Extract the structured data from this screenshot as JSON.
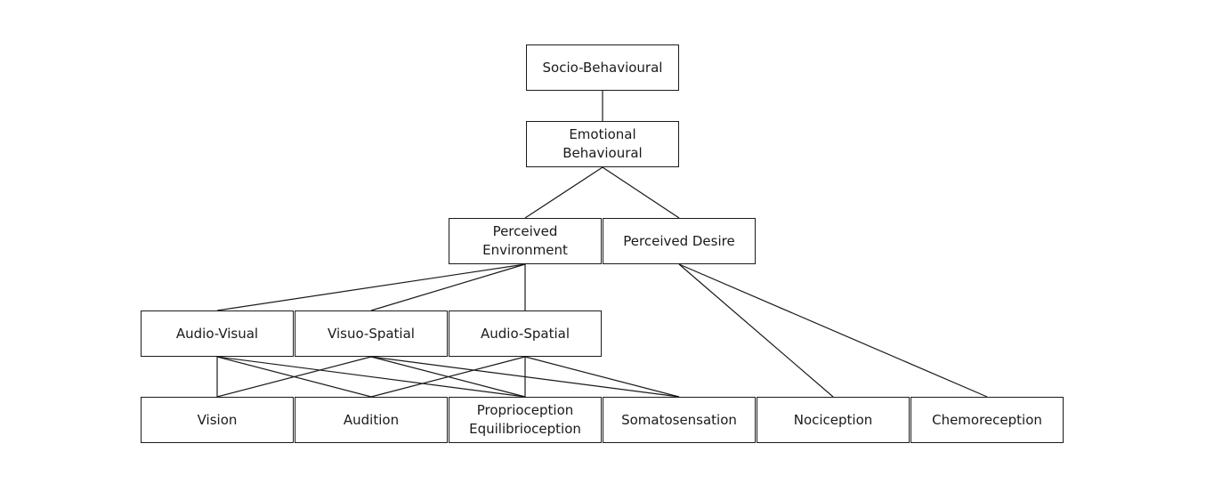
{
  "diagram": {
    "nodes": {
      "socio_behavioural": "Socio-Behavioural",
      "emotional_behavioural": "Emotional\nBehavioural",
      "perceived_environment": "Perceived\nEnvironment",
      "perceived_desire": "Perceived Desire",
      "audio_visual": "Audio-Visual",
      "visuo_spatial": "Visuo-Spatial",
      "audio_spatial": "Audio-Spatial",
      "vision": "Vision",
      "audition": "Audition",
      "proprioception": "Proprioception\nEquilibrioception",
      "somatosensation": "Somatosensation",
      "nociception": "Nociception",
      "chemoreception": "Chemoreception"
    },
    "edges": [
      [
        "socio_behavioural",
        "emotional_behavioural"
      ],
      [
        "emotional_behavioural",
        "perceived_environment"
      ],
      [
        "emotional_behavioural",
        "perceived_desire"
      ],
      [
        "perceived_environment",
        "audio_visual"
      ],
      [
        "perceived_environment",
        "visuo_spatial"
      ],
      [
        "perceived_environment",
        "audio_spatial"
      ],
      [
        "perceived_desire",
        "nociception"
      ],
      [
        "perceived_desire",
        "chemoreception"
      ],
      [
        "audio_visual",
        "vision"
      ],
      [
        "audio_visual",
        "audition"
      ],
      [
        "audio_visual",
        "proprioception"
      ],
      [
        "visuo_spatial",
        "vision"
      ],
      [
        "visuo_spatial",
        "proprioception"
      ],
      [
        "visuo_spatial",
        "somatosensation"
      ],
      [
        "audio_spatial",
        "audition"
      ],
      [
        "audio_spatial",
        "proprioception"
      ],
      [
        "audio_spatial",
        "somatosensation"
      ]
    ]
  }
}
